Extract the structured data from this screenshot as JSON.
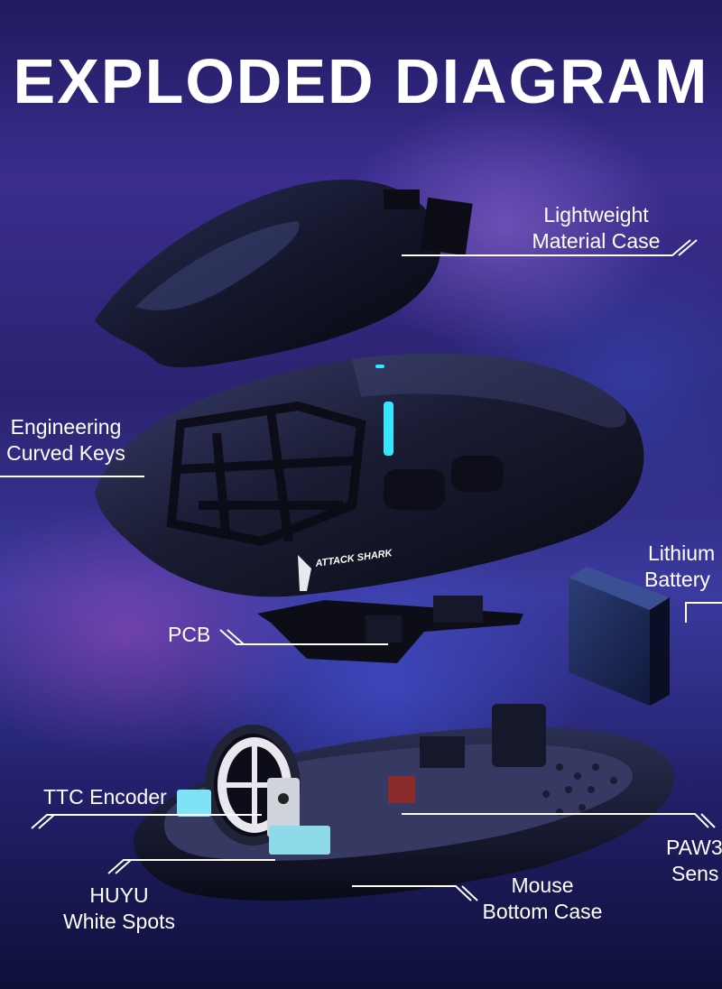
{
  "title": "EXPLODED DIAGRAM",
  "logo_text": "ATTACK SHARK",
  "accent_color": "#36e6ff",
  "labels": {
    "case": [
      "Lightweight",
      "Material Case"
    ],
    "keys": [
      "Engineering",
      "Curved Keys"
    ],
    "battery": [
      "Lithium",
      "Battery"
    ],
    "pcb": "PCB",
    "encoder": "TTC Encoder",
    "sensor": [
      "PAW3",
      "Sens"
    ],
    "switches": [
      "HUYU",
      "White Spots"
    ],
    "bottom": [
      "Mouse",
      "Bottom Case"
    ]
  }
}
